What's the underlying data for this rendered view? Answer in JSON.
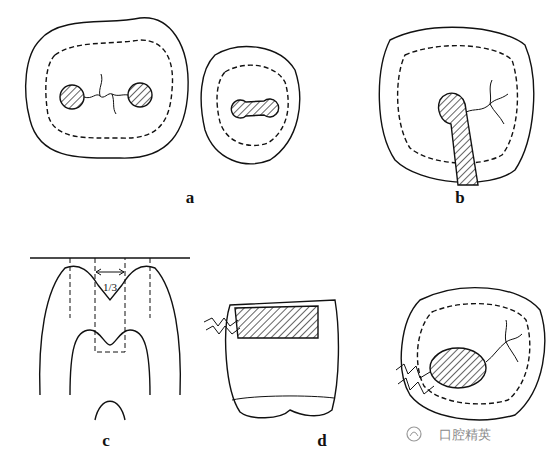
{
  "diagram": {
    "labels": [
      "a",
      "b",
      "c",
      "d",
      "1/3",
      "口腔精英"
    ]
  }
}
